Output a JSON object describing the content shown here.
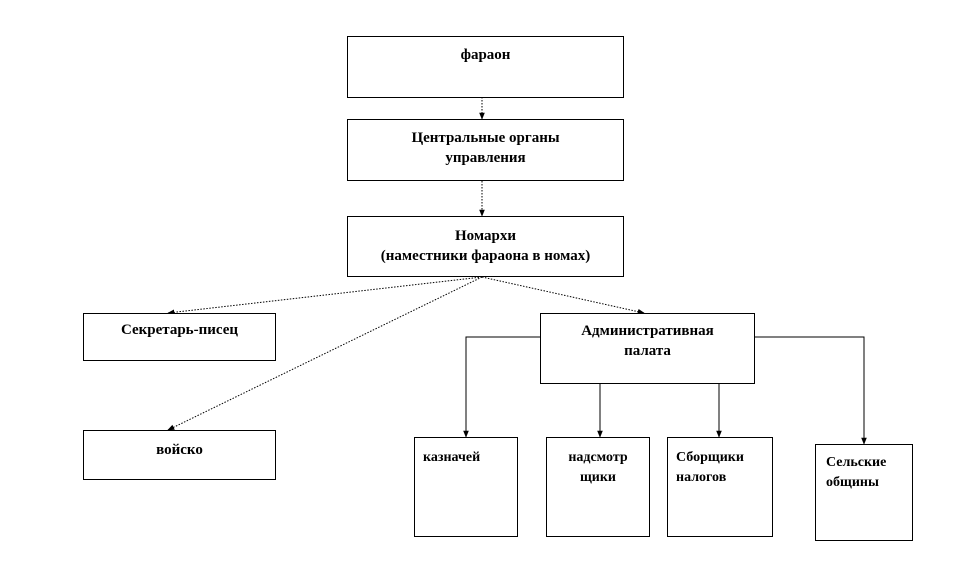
{
  "nodes": {
    "pharaoh": {
      "lines": [
        "фараон"
      ]
    },
    "central": {
      "lines": [
        "Центральные органы",
        "управления"
      ]
    },
    "nomarchs": {
      "lines": [
        "Номархи",
        "(наместники фараона в номах)"
      ]
    },
    "scribe": {
      "lines": [
        "Секретарь-писец"
      ]
    },
    "army": {
      "lines": [
        "войско"
      ]
    },
    "admin": {
      "lines": [
        "Административная",
        "палата"
      ]
    },
    "treasurer": {
      "lines": [
        "казначей"
      ]
    },
    "overseers": {
      "lines": [
        "надсмотр",
        "щики"
      ]
    },
    "tax_collectors": {
      "lines": [
        "Сборщики",
        "налогов"
      ]
    },
    "communities": {
      "lines": [
        "Сельские",
        "общины"
      ]
    }
  }
}
